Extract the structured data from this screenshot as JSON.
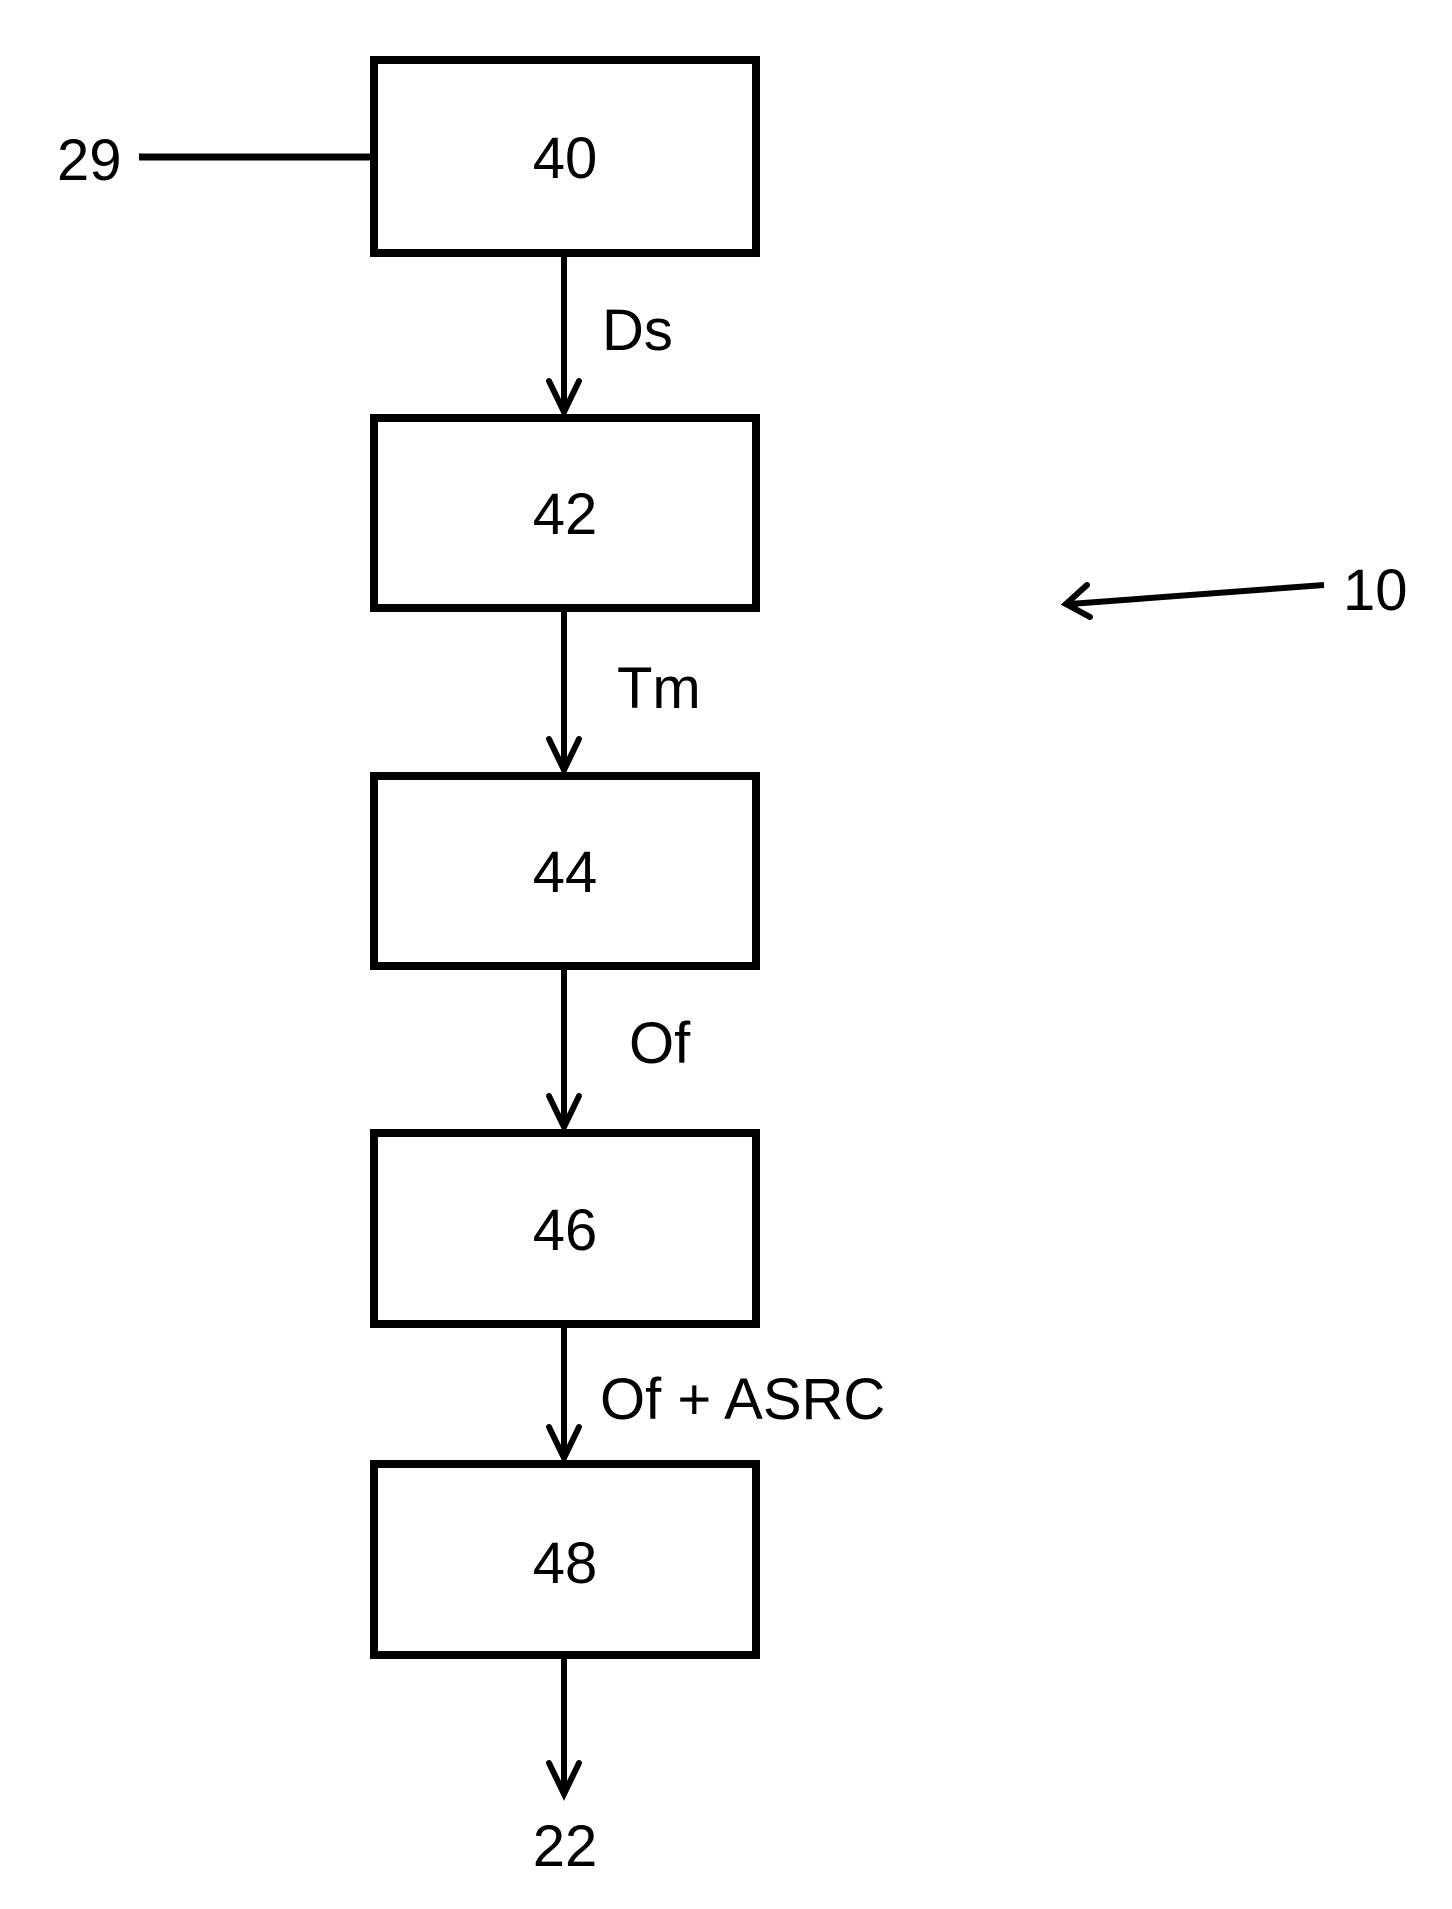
{
  "diagram": {
    "system_ref": "10",
    "input_ref": "29",
    "output_ref": "22",
    "blocks": [
      {
        "id": "40"
      },
      {
        "id": "42"
      },
      {
        "id": "44"
      },
      {
        "id": "46"
      },
      {
        "id": "48"
      }
    ],
    "edges": [
      {
        "from": "40",
        "to": "42",
        "label": "Ds"
      },
      {
        "from": "42",
        "to": "44",
        "label": "Tm"
      },
      {
        "from": "44",
        "to": "46",
        "label": "Of"
      },
      {
        "from": "46",
        "to": "48",
        "label": "Of + ASRC"
      },
      {
        "from": "48",
        "to": "22",
        "label": ""
      }
    ],
    "stroke_color": "#000000",
    "background_color": "#ffffff"
  }
}
